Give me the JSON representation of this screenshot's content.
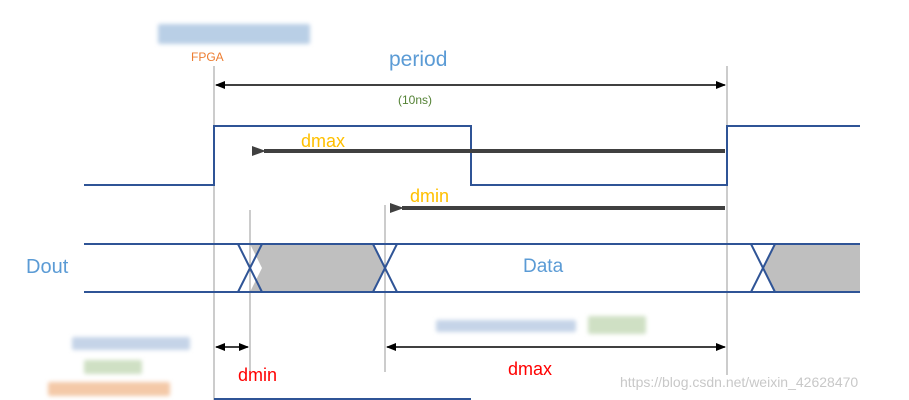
{
  "labels": {
    "fpga": "FPGA",
    "period": "period",
    "period_value": "(10ns)",
    "dmax_arrow": "dmax",
    "dmin_arrow": "dmin",
    "dout": "Dout",
    "data": "Data",
    "dmin_bottom": "dmin",
    "dmax_bottom": "dmax",
    "watermark": "https://blog.csdn.net/weixin_42628470"
  },
  "colors": {
    "signal": "#2f5496",
    "accent_blue": "#5b9bd5",
    "fpga_orange": "#ed7d31",
    "green": "#548235",
    "gold": "#ffc000",
    "red": "#ff0000",
    "gray_fill": "#bfbfbf",
    "arrow_dark": "#404040",
    "watermark": "#c8c8c8"
  }
}
